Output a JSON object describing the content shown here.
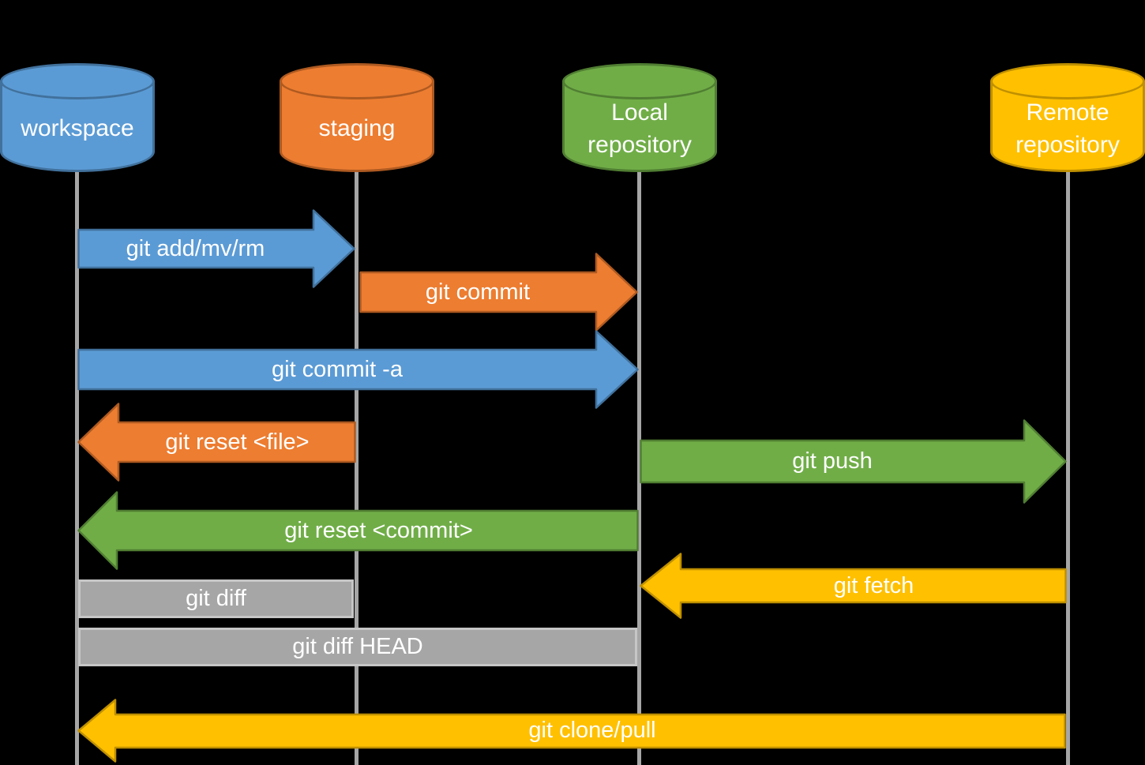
{
  "palette": {
    "background": "#000000",
    "text": "#FFFFFF",
    "blue": "#5B9BD5",
    "blue_border": "#41719C",
    "orange": "#ED7D31",
    "orange_border": "#AE5A21",
    "green": "#70AD47",
    "green_border": "#507E32",
    "gold": "#FFC000",
    "gold_border": "#BF9000",
    "gray": "#A6A6A6",
    "gray_border": "#C6C6C6"
  },
  "nodes": [
    {
      "id": "workspace",
      "label": "workspace",
      "color": "#5B9BD5"
    },
    {
      "id": "staging",
      "label": "staging",
      "color": "#ED7D31"
    },
    {
      "id": "local-repository",
      "label": "Local repository",
      "color": "#70AD47"
    },
    {
      "id": "remote-repository",
      "label": "Remote repository",
      "color": "#FFC000"
    }
  ],
  "arrows": [
    {
      "label": "git add/mv/rm",
      "from": "workspace",
      "to": "staging",
      "direction": "right",
      "color": "#5B9BD5"
    },
    {
      "label": "git commit",
      "from": "staging",
      "to": "local-repository",
      "direction": "right",
      "color": "#ED7D31"
    },
    {
      "label": "git commit -a",
      "from": "workspace",
      "to": "local-repository",
      "direction": "right",
      "color": "#5B9BD5"
    },
    {
      "label": "git reset <file>",
      "from": "staging",
      "to": "workspace",
      "direction": "left",
      "color": "#ED7D31"
    },
    {
      "label": "git push",
      "from": "local-repository",
      "to": "remote-repository",
      "direction": "right",
      "color": "#70AD47"
    },
    {
      "label": "git reset <commit>",
      "from": "local-repository",
      "to": "workspace",
      "direction": "left",
      "color": "#70AD47"
    },
    {
      "label": "git fetch",
      "from": "remote-repository",
      "to": "local-repository",
      "direction": "left",
      "color": "#FFC000"
    },
    {
      "label": "git clone/pull",
      "from": "remote-repository",
      "to": "workspace",
      "direction": "left",
      "color": "#FFC000"
    }
  ],
  "bars": [
    {
      "label": "git diff",
      "between": [
        "workspace",
        "staging"
      ],
      "color": "#A6A6A6"
    },
    {
      "label": "git diff HEAD",
      "between": [
        "workspace",
        "local-repository"
      ],
      "color": "#A6A6A6"
    }
  ]
}
